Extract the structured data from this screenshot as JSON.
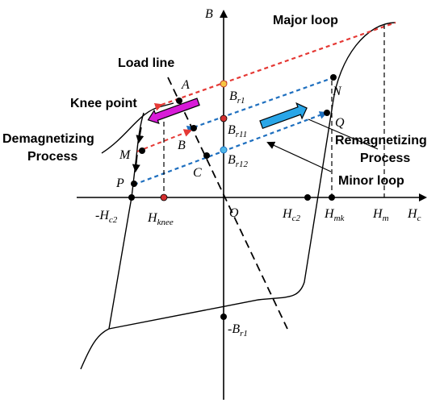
{
  "colors": {
    "axis": "#000000",
    "curve": "#000000",
    "major_loop": "#e53935",
    "minor_loop": "#1e6fbf",
    "remag_arrow": "#29a6e8",
    "demag_arrow": "#d81bd8",
    "br1_point": "#f5c542",
    "br11_point": "#d32f2f",
    "br12_point": "#4fb8e8",
    "hknee_point": "#d32f2f"
  },
  "labels": {
    "axis_b": "B",
    "axis_hc": "H",
    "axis_hc_sub": "c",
    "major_loop": "Major loop",
    "load_line": "Load line",
    "knee_point": "Knee point",
    "demag_line1": "Demagnetizing",
    "demag_line2": "Process",
    "remag_line1": "Remagnetizing",
    "remag_line2": "Process",
    "minor_loop": "Minor loop",
    "origin": "O",
    "pt_a": "A",
    "pt_b": "B",
    "pt_c": "C",
    "pt_m": "M",
    "pt_p": "P",
    "pt_n": "N",
    "pt_q": "Q",
    "br1_main": "B",
    "br1_sub": "r1",
    "br11_main": "B",
    "br11_sub": "r11",
    "br12_main": "B",
    "br12_sub": "r12",
    "neg_br1_main": "-B",
    "neg_br1_sub": "r1",
    "neg_hc2_main": "-H",
    "neg_hc2_sub": "c2",
    "hknee_main": "H",
    "hknee_sub": "knee",
    "hc2_main": "H",
    "hc2_sub": "c2",
    "hmk_main": "H",
    "hmk_sub": "mk",
    "hm_main": "H",
    "hm_sub": "m"
  }
}
